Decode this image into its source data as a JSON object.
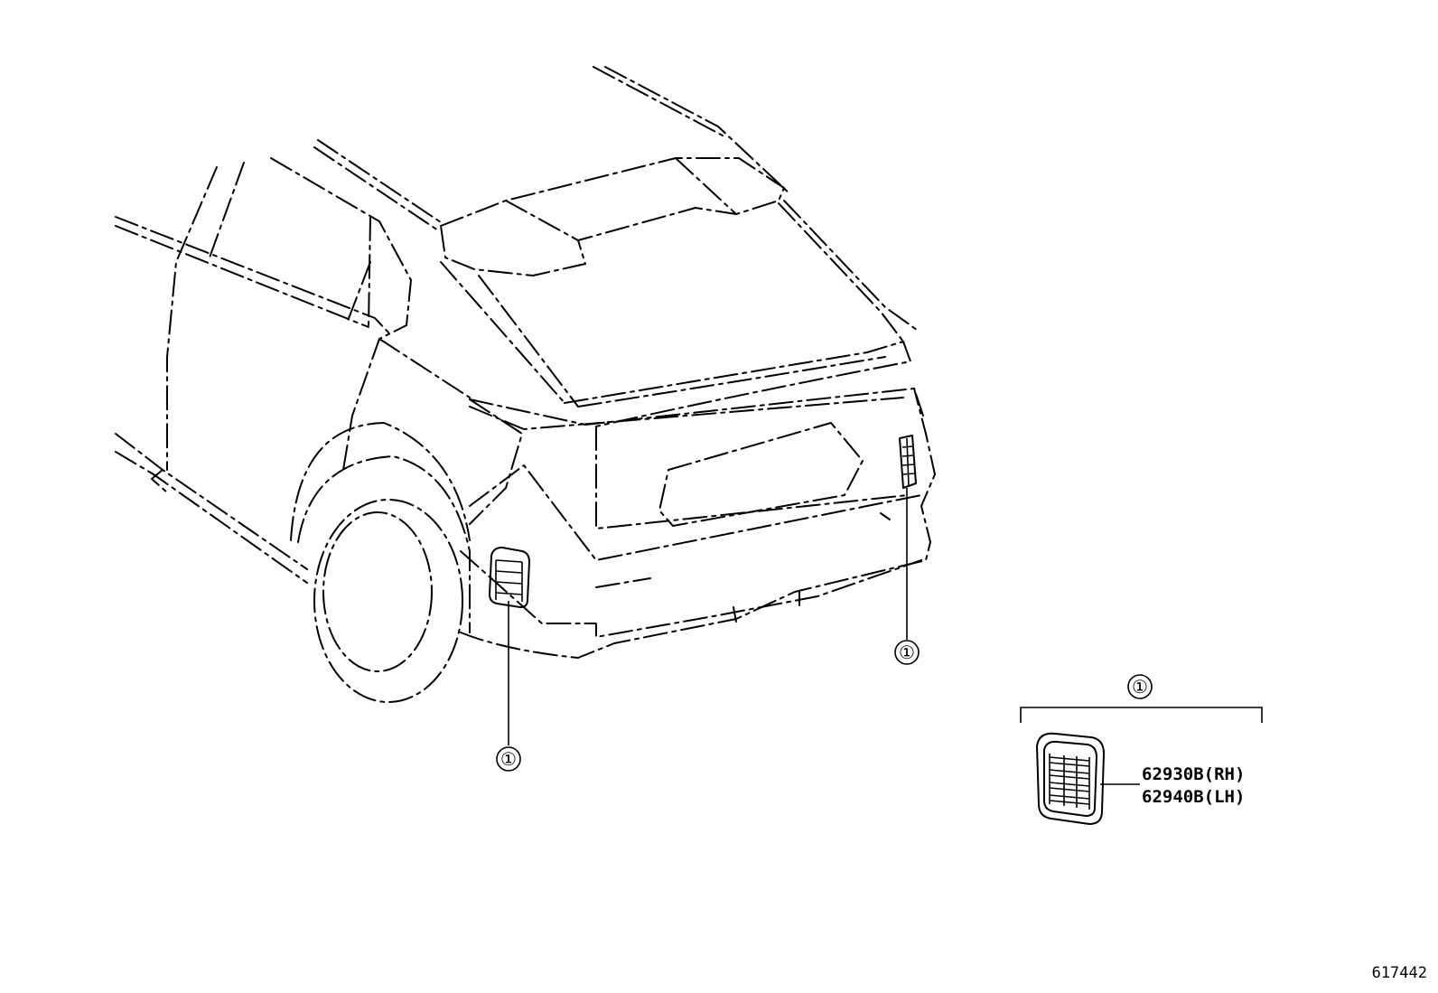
{
  "diagram": {
    "callout_symbol": "①",
    "parts": [
      {
        "part_number": "62930B(RH)"
      },
      {
        "part_number": "62940B(LH)"
      }
    ],
    "figure_id": "617442"
  },
  "icons": {
    "vehicle_outline": "rear-three-quarter-suv-icon",
    "vent_part": "rear-bumper-air-vent-icon"
  }
}
